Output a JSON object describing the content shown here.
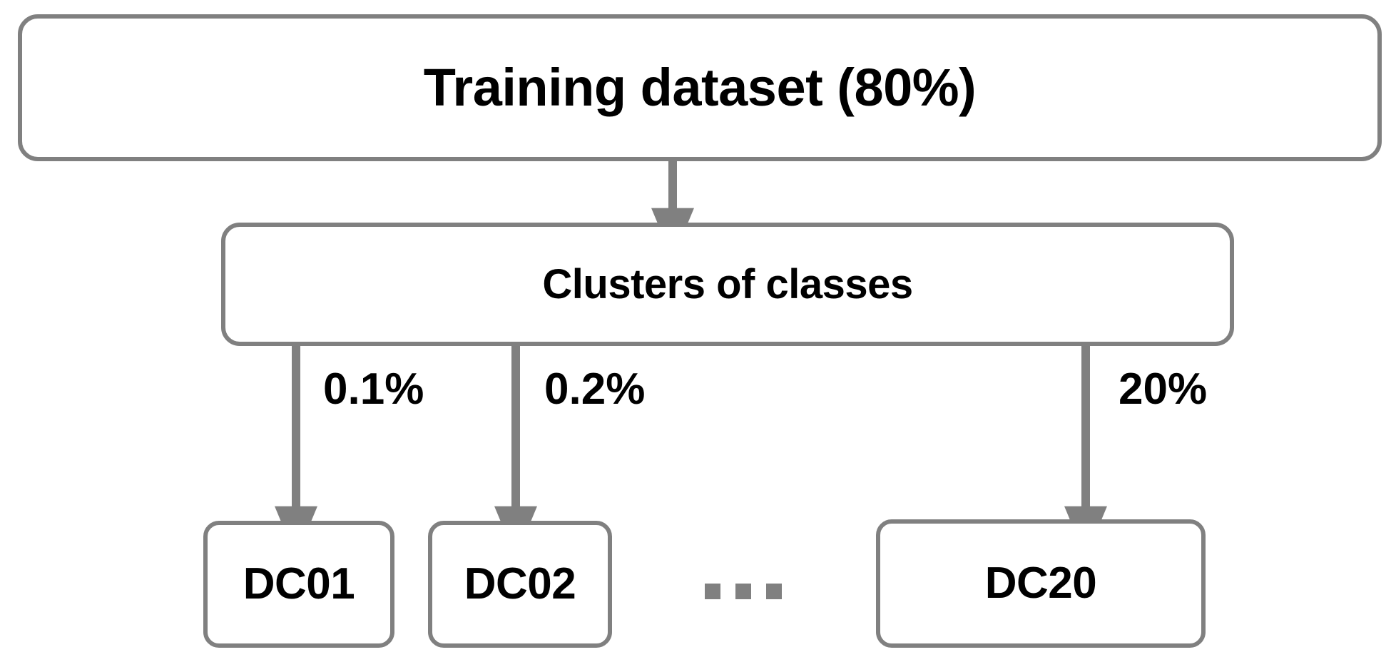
{
  "diagram": {
    "title_text": "Training dataset (80%)",
    "accent_color": "#808080",
    "text_color": "#000000",
    "background_color": "#ffffff",
    "nodes": {
      "training": {
        "label": "Training dataset (80%)"
      },
      "clusters": {
        "label": "Clusters of classes"
      },
      "dc01": {
        "label": "DC01"
      },
      "dc02": {
        "label": "DC02"
      },
      "dc20": {
        "label": "DC20"
      }
    },
    "edges": [
      {
        "from": "training",
        "to": "clusters",
        "label": ""
      },
      {
        "from": "clusters",
        "to": "dc01",
        "label": "0.1%"
      },
      {
        "from": "clusters",
        "to": "dc02",
        "label": "0.2%"
      },
      {
        "from": "clusters",
        "to": "dc20",
        "label": "20%"
      }
    ],
    "edge_labels": {
      "dc01_pct": "0.1%",
      "dc02_pct": "0.2%",
      "dc20_pct": "20%"
    },
    "ellipsis": {
      "glyph": "ellipsis-squares",
      "count": 3
    }
  }
}
